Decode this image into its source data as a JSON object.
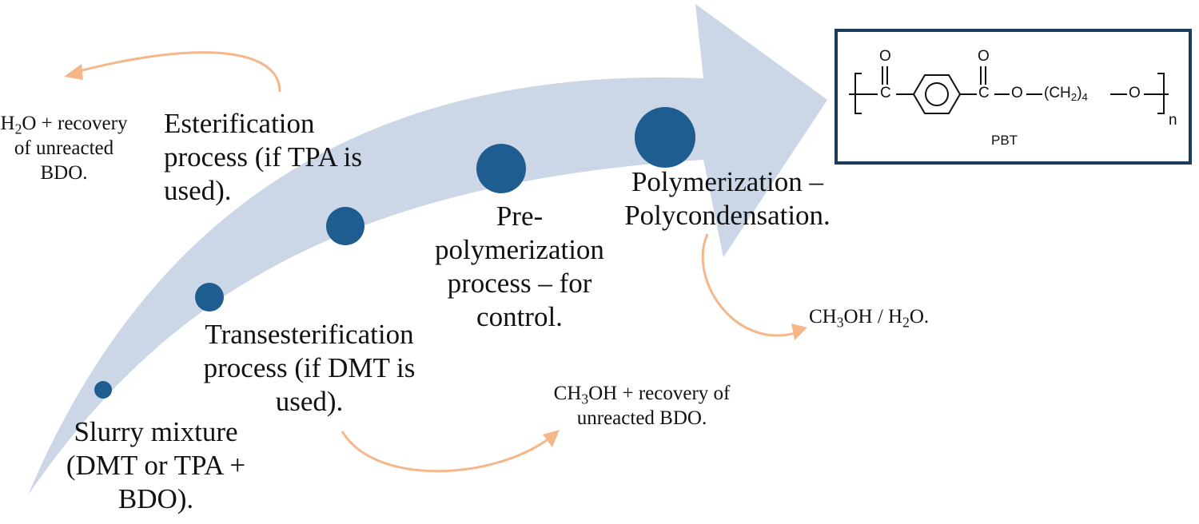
{
  "steps": {
    "slurry": "Slurry mixture (DMT or TPA + BDO).",
    "transesterification": "Transesterification process (if DMT is used).",
    "esterification": "Esterification process (if TPA is used).",
    "prepolymerization": "Pre-polymerization process – for control.",
    "polymerization": "Polymerization – Polycondensation."
  },
  "byproducts": {
    "water_recovery_prefix": "H",
    "water_recovery_sub": "2",
    "water_recovery_rest": "O + recovery of unreacted BDO.",
    "methanol_recovery_prefix": "CH",
    "methanol_recovery_sub": "3",
    "methanol_recovery_rest": "OH + recovery of unreacted BDO.",
    "methanol_water_a": "CH",
    "methanol_water_sub1": "3",
    "methanol_water_b": "OH / H",
    "methanol_water_sub2": "2",
    "methanol_water_c": "O."
  },
  "structure": {
    "name": "PBT",
    "carbon1": "C",
    "carbon2": "C",
    "oxygen_top1": "O",
    "oxygen_top2": "O",
    "ester_o": "O",
    "ch2_group": "(CH",
    "ch2_sub": "2",
    "ch2_close": ")",
    "ch2_count": "4",
    "end_o": "O",
    "repeat": "n"
  },
  "colors": {
    "arrow_fill": "#cbd6e6",
    "dot_fill": "#1f5c8f",
    "curve_stroke": "#f5b78a",
    "box_stroke": "#1d3c5c"
  }
}
